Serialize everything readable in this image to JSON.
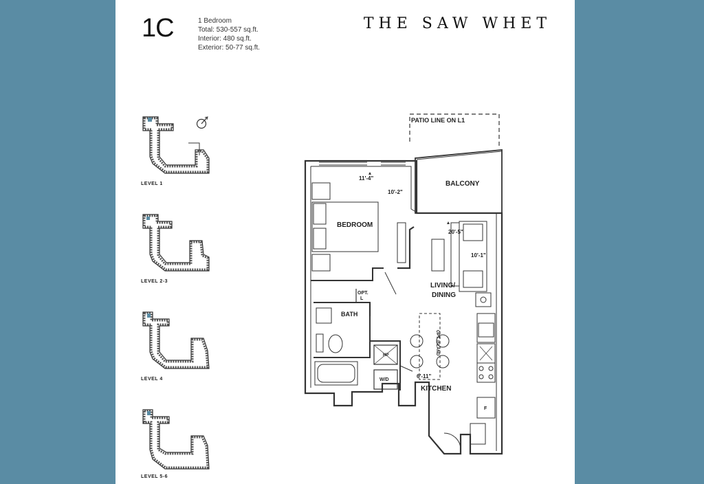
{
  "header": {
    "unit_code": "1C",
    "bedrooms": "1 Bedroom",
    "total": "Total: 530-557 sq.ft.",
    "interior": "Interior: 480 sq.ft.",
    "exterior": "Exterior: 50-77 sq.ft.",
    "brand": "THE SAW WHET"
  },
  "key_plans": [
    {
      "label": "LEVEL 1"
    },
    {
      "label": "LEVEL 2-3"
    },
    {
      "label": "LEVEL 4"
    },
    {
      "label": "LEVEL 5-6"
    }
  ],
  "compass_icon": "north-arrow-icon",
  "floor_plan": {
    "patio_line": "PATIO LINE ON L1",
    "balcony": "BALCONY",
    "bedroom": "BEDROOM",
    "bedroom_width": "11'-4\"",
    "bedroom_depth": "10'-2\"",
    "living_dining_line1": "LIVING/",
    "living_dining_line2": "DINING",
    "living_width": "20'-5\"",
    "living_depth": "10'-1\"",
    "bath": "BATH",
    "opt_l": "OPT.",
    "opt_l2": "L",
    "hp": "HP",
    "wd": "W/D",
    "opt_island": "OPT. ISLAND",
    "kitchen_width": "6'-11\"",
    "kitchen": "KITCHEN",
    "fridge": "F"
  },
  "colors": {
    "background": "#5a8ca4",
    "sheet": "#ffffff",
    "wall": "#333333",
    "highlight_unit": "#5a8ca4"
  }
}
